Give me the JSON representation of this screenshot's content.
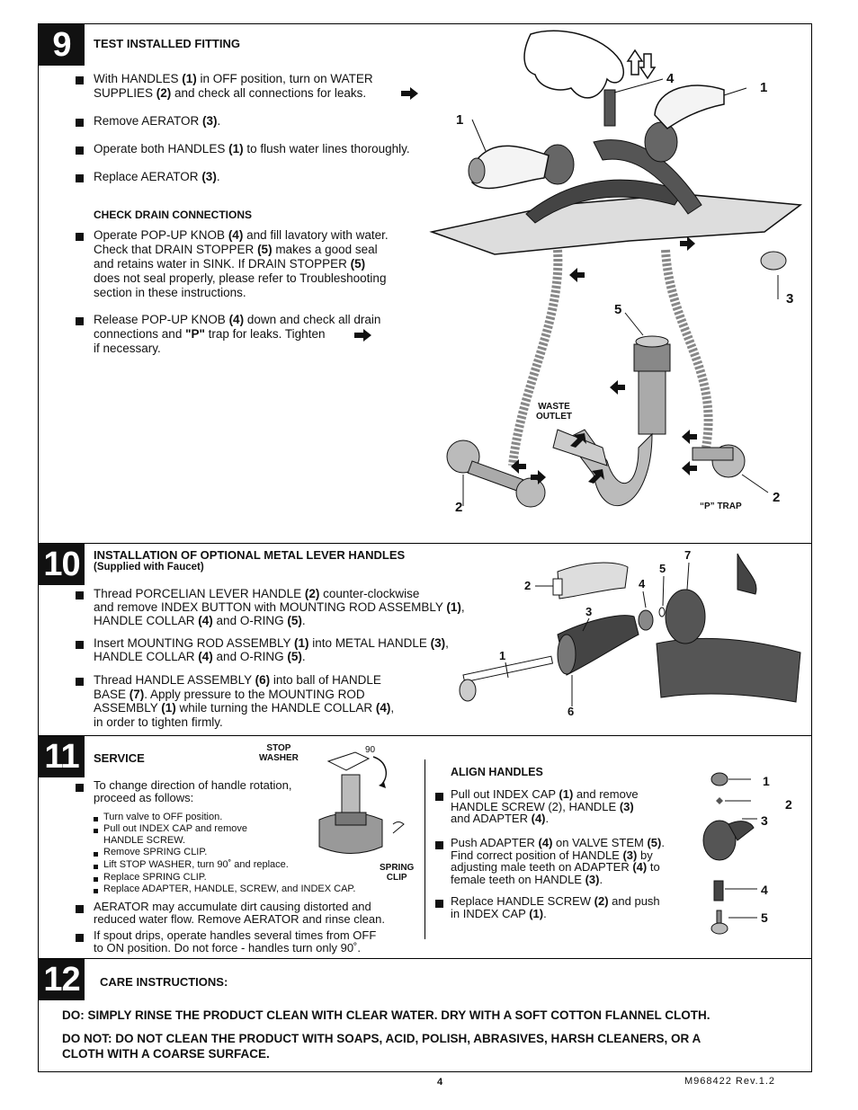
{
  "step9": {
    "number": "9",
    "title": "TEST INSTALLED FITTING",
    "bullets": [
      {
        "pre": "With HANDLES ",
        "b1": "(1)",
        "mid": " in OFF position, turn on WATER",
        "line2pre": "SUPPLIES ",
        "b2": "(2)",
        "line2post": " and check all connections for leaks."
      },
      {
        "pre": "Remove AERATOR ",
        "b1": "(3)",
        "post": "."
      },
      {
        "pre": "Operate both HANDLES ",
        "b1": "(1)",
        "post": " to flush water lines thoroughly."
      },
      {
        "pre": "Replace AERATOR ",
        "b1": "(3)",
        "post": "."
      }
    ],
    "drain_title": "CHECK DRAIN CONNECTIONS",
    "drain_bullets": [
      {
        "l1pre": "Operate POP-UP KNOB ",
        "l1b": "(4)",
        "l1post": " and fill lavatory with water.",
        "l2pre": "Check that DRAIN STOPPER ",
        "l2b": "(5)",
        "l2post": " makes a good seal",
        "l3pre": "and retains water in SINK. If DRAIN STOPPER ",
        "l3b": "(5)",
        "l4": "does not seal properly, please refer to Troubleshooting",
        "l5": "section in these instructions."
      },
      {
        "l1pre": "Release POP-UP KNOB ",
        "l1b": "(4)",
        "l1post": " down and check all drain",
        "l2pre": "connections and ",
        "l2b": "\"P\"",
        "l2post": " trap for leaks. Tighten",
        "l3": "if necessary."
      }
    ],
    "labels": {
      "l1a": "1",
      "l1b": "1",
      "l4": "4",
      "l3": "3",
      "l5": "5",
      "l2a": "2",
      "l2b": "2",
      "waste": "WASTE",
      "outlet": "OUTLET",
      "ptrap": "“P” TRAP"
    }
  },
  "step10": {
    "number": "10",
    "title": "INSTALLATION OF OPTIONAL METAL LEVER HANDLES",
    "subtitle": "(Supplied with Faucet)",
    "b1": {
      "l1pre": "Thread PORCELIAN LEVER HANDLE ",
      "l1b": "(2)",
      "l1post": " counter-clockwise",
      "l2pre": "and remove INDEX BUTTON with MOUNTING ROD ASSEMBLY ",
      "l2b": "(1)",
      "l2post": ",",
      "l3pre": "HANDLE COLLAR ",
      "l3b": "(4)",
      "l3mid": " and O-RING ",
      "l3b2": "(5)",
      "l3post": "."
    },
    "b2": {
      "l1pre": "Insert MOUNTING ROD ASSEMBLY ",
      "l1b": "(1)",
      "l1mid": " into METAL HANDLE ",
      "l1b2": "(3)",
      "l1post": ",",
      "l2pre": "HANDLE COLLAR ",
      "l2b": "(4)",
      "l2mid": " and O-RING ",
      "l2b2": "(5)",
      "l2post": "."
    },
    "b3": {
      "l1pre": "Thread HANDLE ASSEMBLY ",
      "l1b": "(6)",
      "l1post": " into ball of HANDLE",
      "l2pre": "BASE ",
      "l2b": "(7)",
      "l2post": ". Apply pressure to the MOUNTING ROD",
      "l3pre": "ASSEMBLY ",
      "l3b": "(1)",
      "l3mid": " while turning the HANDLE COLLAR ",
      "l3b2": "(4)",
      "l3post": ",",
      "l4": "in order to tighten firmly."
    },
    "labels": {
      "n7": "7",
      "n5": "5",
      "n2": "2",
      "n4": "4",
      "n3": "3",
      "n1": "1",
      "n6": "6"
    }
  },
  "step11": {
    "number": "11",
    "title": "SERVICE",
    "stop": "STOP",
    "washer": "WASHER",
    "deg": "90",
    "spring": "SPRING",
    "clip": "CLIP",
    "intro1": "To change direction of handle rotation,",
    "intro2": "proceed as follows:",
    "sub_steps": [
      "Turn valve to OFF position.",
      "Pull out INDEX CAP and remove",
      "HANDLE SCREW.",
      "Remove SPRING CLIP.",
      "Lift STOP WASHER, turn 90˚ and replace.",
      "Replace SPRING CLIP.",
      "Replace ADAPTER, HANDLE, SCREW, and INDEX CAP."
    ],
    "aerator1": "AERATOR may accumulate dirt causing distorted and",
    "aerator2": "reduced water flow.  Remove AERATOR and rinse clean.",
    "drip1": "If spout drips, operate handles several times from OFF",
    "drip2": "to ON position.  Do not force - handles turn only 90˚.",
    "align_title": "ALIGN HANDLES",
    "a1": {
      "l1pre": "Pull out INDEX CAP ",
      "l1b": "(1)",
      "l1post": " and remove",
      "l2pre": "HANDLE SCREW (2), HANDLE ",
      "l2b": "(3)",
      "l3pre": "and ADAPTER ",
      "l3b": "(4)",
      "l3post": "."
    },
    "a2": {
      "l1pre": "Push ADAPTER ",
      "l1b": "(4)",
      "l1mid": " on VALVE STEM ",
      "l1b2": "(5)",
      "l1post": ".",
      "l2pre": "Find correct position of HANDLE ",
      "l2b": "(3)",
      "l2post": " by",
      "l3pre": "adjusting male teeth on ADAPTER ",
      "l3b": "(4)",
      "l3post": " to",
      "l4pre": "female teeth on HANDLE ",
      "l4b": "(3)",
      "l4post": "."
    },
    "a3": {
      "l1pre": "Replace HANDLE SCREW ",
      "l1b": "(2)",
      "l1post": " and push",
      "l2pre": "in INDEX CAP ",
      "l2b": "(1)",
      "l2post": "."
    },
    "labels": {
      "n1": "1",
      "n2": "2",
      "n3": "3",
      "n4": "4",
      "n5": "5"
    }
  },
  "step12": {
    "number": "12",
    "title": "CARE INSTRUCTIONS:",
    "do": "DO: SIMPLY RINSE THE PRODUCT CLEAN WITH  CLEAR WATER. DRY WITH A SOFT COTTON FLANNEL CLOTH.",
    "dont1": "DO NOT: DO NOT CLEAN THE PRODUCT WITH SOAPS, ACID, POLISH, ABRASIVES, HARSH CLEANERS, OR A",
    "dont2": "CLOTH WITH A COARSE SURFACE."
  },
  "footer": {
    "page": "4",
    "doc": "M968422 Rev.1.2"
  }
}
